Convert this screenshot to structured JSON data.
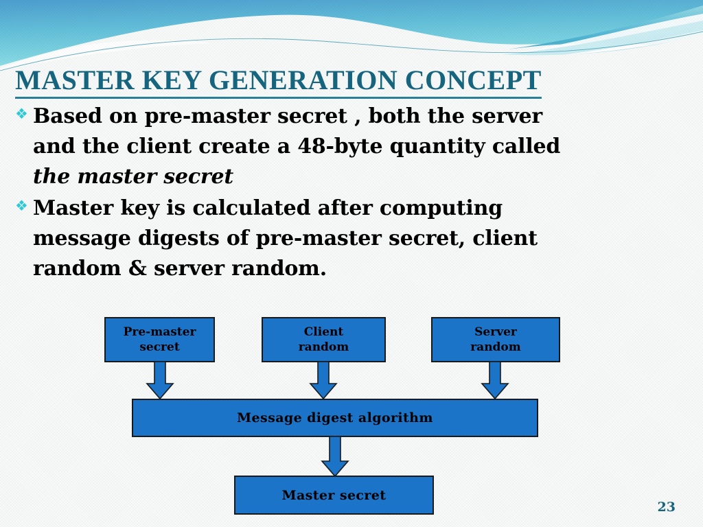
{
  "slide": {
    "title": "MASTER KEY GENERATION CONCEPT",
    "page_number": "23",
    "bullet_glyph": "❖",
    "colors": {
      "title": "#16647d",
      "bullet_marker": "#2ec9d6",
      "box_fill": "#1b74c8",
      "box_border": "#17191a",
      "arrow_fill": "#1b74c8",
      "arrow_border": "#17191a",
      "background": "#f8faf9",
      "page_number": "#16647d",
      "header_wave_top": "#4fa9cd",
      "header_wave_mid": "#7fd4e0",
      "header_wave_light": "#c8eef3"
    }
  },
  "body": {
    "bullets": [
      {
        "marker": "❖",
        "line1": " Based on pre-master secret , both the server",
        "line2": "and the client create a 48-byte quantity called",
        "line3_italic": "the master secret"
      },
      {
        "marker": "❖",
        "line1": " Master key is calculated after computing",
        "line2": "message digests of pre-master secret, client",
        "line3": "random & server random."
      }
    ]
  },
  "diagram": {
    "type": "flowchart",
    "inputs": [
      {
        "id": "pre-master-secret",
        "line1": "Pre-master",
        "line2": "secret"
      },
      {
        "id": "client-random",
        "line1": "Client",
        "line2": "random"
      },
      {
        "id": "server-random",
        "line1": "Server",
        "line2": "random"
      }
    ],
    "process": {
      "id": "message-digest",
      "label": "Message digest algorithm"
    },
    "output": {
      "id": "master-secret",
      "label": "Master secret"
    },
    "arrows": [
      {
        "from": "pre-master-secret",
        "to": "message-digest"
      },
      {
        "from": "client-random",
        "to": "message-digest"
      },
      {
        "from": "server-random",
        "to": "message-digest"
      },
      {
        "from": "message-digest",
        "to": "master-secret"
      }
    ]
  }
}
